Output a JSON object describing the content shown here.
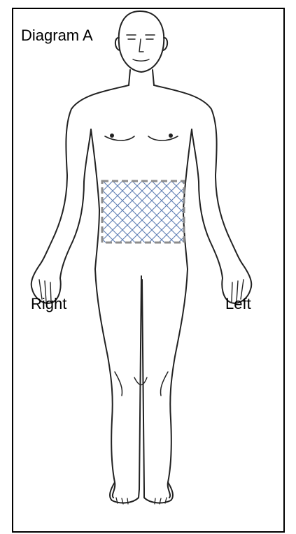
{
  "diagram": {
    "title": "Diagram A",
    "side_right": "Right",
    "side_left": "Left",
    "figure_icon": "human-body-front-outline-icon",
    "marked_region": {
      "name": "abdomen",
      "pattern": "crosshatch",
      "fill_color": "#5f7fb4",
      "border_color": "#8c8c8c"
    }
  }
}
